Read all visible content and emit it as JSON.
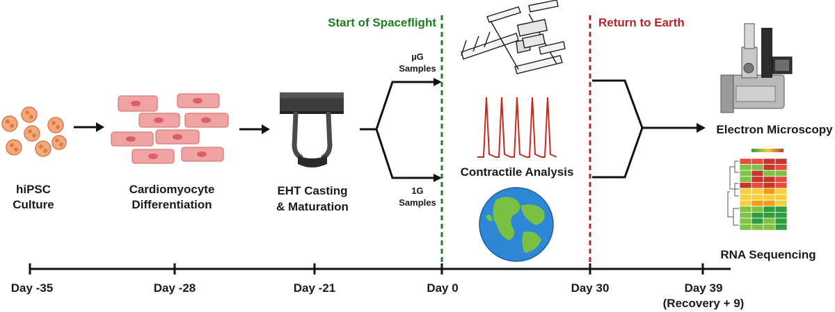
{
  "stages": {
    "hipsc": [
      "hiPSC",
      "Culture"
    ],
    "cardio": [
      "Cardiomyocyte",
      "Differentiation"
    ],
    "eht": [
      "EHT Casting",
      "& Maturation"
    ],
    "ug_samples": [
      "µG",
      "Samples"
    ],
    "onег_samples": [
      "1G",
      "Samples"
    ],
    "contractile": "Contractile Analysis",
    "electron": "Electron Microscopy",
    "rna": "RNA Sequencing"
  },
  "events": {
    "start": "Start of Spaceflight",
    "return": "Return to Earth"
  },
  "timeline": {
    "ticks": [
      "Day -35",
      "Day -28",
      "Day -21",
      "Day 0",
      "Day 30",
      "Day 39"
    ],
    "recovery_note": "(Recovery + 9)"
  },
  "colors": {
    "start_line": "#1e7d1e",
    "return_line": "#b52424",
    "cells": "#f0a07a",
    "cardiomyocyte": "#ec9a9a",
    "trace": "#c8281e",
    "earth_ocean": "#2e86d6",
    "earth_land": "#7ac143"
  },
  "icons": [
    "cell-cluster-icon",
    "cardiomyocyte-icon",
    "eht-post-icon",
    "space-station-icon",
    "earth-icon",
    "contraction-trace-icon",
    "electron-microscope-icon",
    "heatmap-icon"
  ]
}
